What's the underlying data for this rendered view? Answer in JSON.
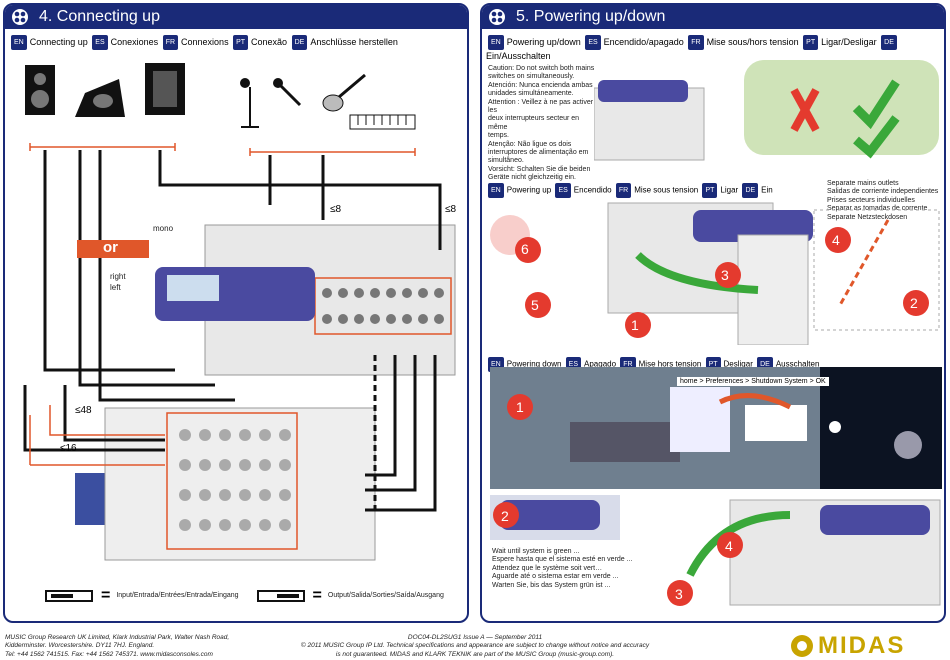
{
  "left_panel": {
    "title": "4. Connecting up",
    "languages": [
      {
        "code": "EN",
        "label": "Connecting up"
      },
      {
        "code": "ES",
        "label": "Conexiones"
      },
      {
        "code": "FR",
        "label": "Connexions"
      },
      {
        "code": "PT",
        "label": "Conexão"
      },
      {
        "code": "DE",
        "label": "Anschlüsse herstellen"
      }
    ],
    "labels": {
      "or": "or",
      "mono": "mono",
      "right": "right",
      "left": "left",
      "limit_8a": "≤8",
      "limit_8b": "≤8",
      "limit_48": "≤48",
      "limit_16": "≤16"
    },
    "legend": {
      "input": "Input/Entrada/Entrées/Entrada/Eingang",
      "output": "Output/Salida/Sorties/Saída/Ausgang",
      "equals": "="
    }
  },
  "right_panel": {
    "title": "5. Powering up/down",
    "languages": [
      {
        "code": "EN",
        "label": "Powering up/down"
      },
      {
        "code": "ES",
        "label": "Encendido/apagado"
      },
      {
        "code": "FR",
        "label": "Mise sous/hors tension"
      },
      {
        "code": "PT",
        "label": "Ligar/Desligar"
      },
      {
        "code": "DE",
        "label": "Ein/Ausschalten"
      }
    ],
    "caution_lines": [
      "Caution: Do not switch both mains",
      "switches on simultaneously.",
      "Atención: Nunca encienda ambas",
      "unidades simultáneamente.",
      "Attention : Veillez à ne pas activer les",
      "deux interrupteurs secteur en même",
      "temps.",
      "Atenção: Não ligue os dois",
      "interruptores de alimentação em",
      "simultâneo.",
      "Vorsicht: Schalten Sie die beiden",
      "Geräte nicht gleichzeitig ein."
    ],
    "powering_up": [
      {
        "code": "EN",
        "label": "Powering up"
      },
      {
        "code": "ES",
        "label": "Encendido"
      },
      {
        "code": "FR",
        "label": "Mise sous tension"
      },
      {
        "code": "PT",
        "label": "Ligar"
      },
      {
        "code": "DE",
        "label": "Ein"
      }
    ],
    "outlets_lines": [
      "Separate mains outlets",
      "Salidas de corriente independientes",
      "Prises secteurs individuelles",
      "Separar as tomadas de corrente",
      "Separate Netzsteckdosen"
    ],
    "powering_down": [
      {
        "code": "EN",
        "label": "Powering down"
      },
      {
        "code": "ES",
        "label": "Apagado"
      },
      {
        "code": "FR",
        "label": "Mise hors tension"
      },
      {
        "code": "PT",
        "label": "Desligar"
      },
      {
        "code": "DE",
        "label": "Ausschalten"
      }
    ],
    "shutdown_path": "home > Preferences > Shutdown System > OK",
    "wait_lines": [
      "Wait until system is green ...",
      "Espere hasta que el sistema esté en verde ...",
      "Attendez que le système soit vert…",
      "Aguarde até o sistema estar em verde ...",
      "Warten Sie, bis das System grün ist ..."
    ],
    "brand_word": "MIDAS",
    "steps_up": [
      "1",
      "2",
      "3",
      "4",
      "5",
      "6"
    ],
    "steps_down": [
      "1",
      "2",
      "3",
      "4"
    ]
  },
  "footer": {
    "left_lines": [
      "MUSIC Group Research UK Limited, Klark Industrial Park, Walter Nash Road,",
      "Kidderminster. Worcestershire. DY11 7HJ. England.",
      "Tel: +44 1562 741515.  Fax: +44 1562 745371.  www.midasconsoles.com"
    ],
    "center_lines": [
      "DOC04-DL2SUG1 Issue A — September 2011",
      "© 2011 MUSIC Group IP Ltd. Technical specifications and appearance are subject to change without notice and accuracy",
      "is not guaranteed.  MIDAS and KLARK TEKNIK are part of the MUSIC Group (music-group.com)."
    ],
    "logo_word": "MIDAS"
  },
  "colors": {
    "header": "#1a2a78",
    "accent_orange": "#e0572a",
    "step_red": "#e43a2e",
    "check_green": "#3aa83a",
    "mixer_blue": "#4a4aa0"
  }
}
